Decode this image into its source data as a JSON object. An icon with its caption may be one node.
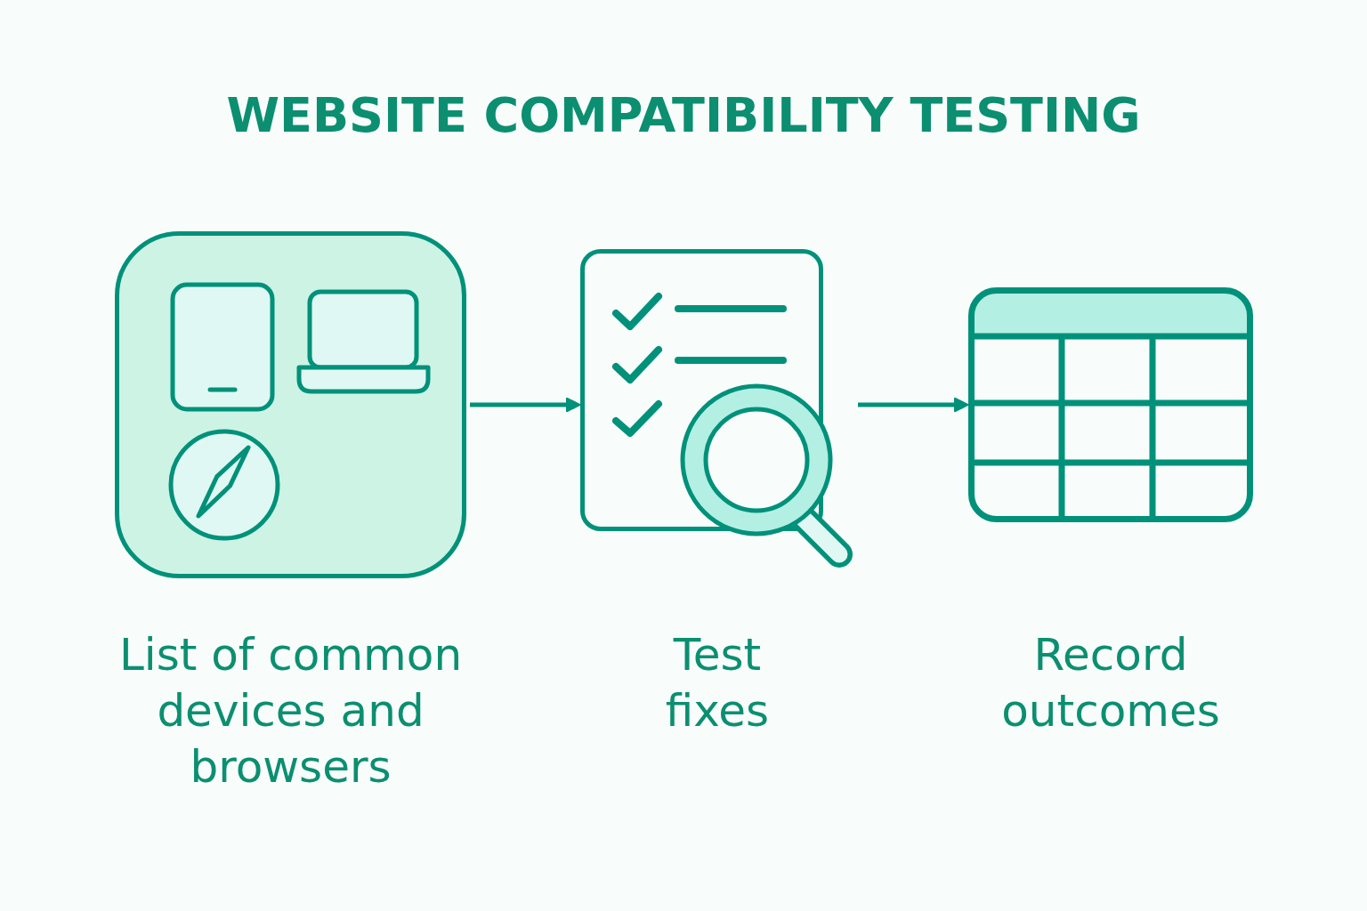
{
  "diagram": {
    "title": "WEBSITE COMPATIBILITY TESTING",
    "nodes": [
      {
        "text": [
          "List of common devices and browsers"
        ]
      },
      {
        "text": [
          "Test fixes"
        ]
      },
      {
        "text": [
          "Record outcomes"
        ]
      }
    ],
    "edges": [
      {
        "from": 0,
        "to": 1,
        "arrow": "to"
      },
      {
        "from": 1,
        "to": 2,
        "arrow": "to"
      }
    ]
  }
}
